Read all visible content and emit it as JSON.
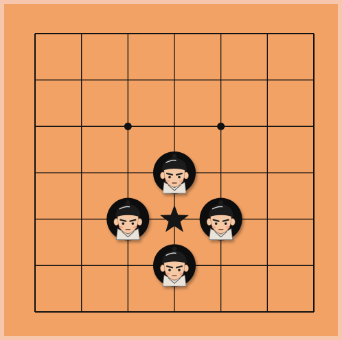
{
  "game": {
    "name": "",
    "grid": {
      "columns": 6,
      "rows": 6
    },
    "colors": {
      "page_background": "#f6c7ad",
      "board": "#f2a265",
      "grid_line": "#111111",
      "piece_disc": "#0e0e0e",
      "piece_skin": "#f5c9a6",
      "hat": "#1a1a1a",
      "goal_star": "#151515"
    },
    "markers": [
      {
        "name": "star-point",
        "col": 2,
        "row": 2,
        "icon": "dot"
      },
      {
        "name": "star-point",
        "col": 4,
        "row": 2,
        "icon": "dot"
      }
    ],
    "goal": {
      "col": 3,
      "row": 4,
      "icon": "star-icon"
    },
    "pieces": [
      {
        "id": "north",
        "col": 3,
        "row": 3,
        "icon": "soldier-face-icon",
        "facing": "front"
      },
      {
        "id": "west",
        "col": 2,
        "row": 4,
        "icon": "soldier-face-icon",
        "facing": "front"
      },
      {
        "id": "east",
        "col": 4,
        "row": 4,
        "icon": "soldier-face-icon",
        "facing": "front"
      },
      {
        "id": "south",
        "col": 3,
        "row": 5,
        "icon": "soldier-face-icon",
        "facing": "front"
      }
    ]
  }
}
